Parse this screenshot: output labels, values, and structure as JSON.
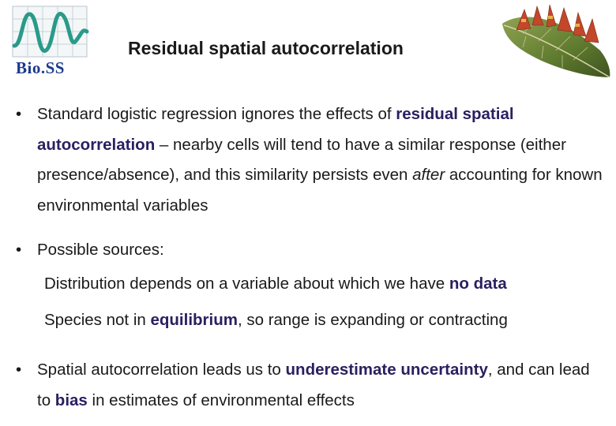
{
  "logo_left": {
    "text": "Bio.SS"
  },
  "title": "Residual spatial autocorrelation",
  "bullets": [
    {
      "dot": "•",
      "parts": [
        "Standard logistic regression ignores the effects of ",
        "residual spatial autocorrelation",
        " – nearby cells will tend to have a similar response (either presence/absence), and this similarity persists even ",
        "after",
        " accounting for known environmental variables"
      ]
    },
    {
      "dot": "•",
      "parts": [
        "Possible sources:"
      ]
    },
    {
      "dot": "•",
      "parts": [
        "Spatial autocorrelation leads us to ",
        "underestimate uncertainty",
        ", and can lead to ",
        "bias",
        " in estimates of environmental effects"
      ]
    }
  ],
  "sub_items": [
    {
      "parts": [
        "Distribution depends on a variable about which we have ",
        "no data"
      ]
    },
    {
      "parts": [
        "Species not in ",
        "equilibrium",
        ", so range is expanding or contracting"
      ]
    }
  ],
  "colors": {
    "highlight": "#2a2060",
    "logo_wave": "#2a9a8a",
    "logo_text": "#1b3a8c",
    "leaf": "#5e7a2e"
  }
}
